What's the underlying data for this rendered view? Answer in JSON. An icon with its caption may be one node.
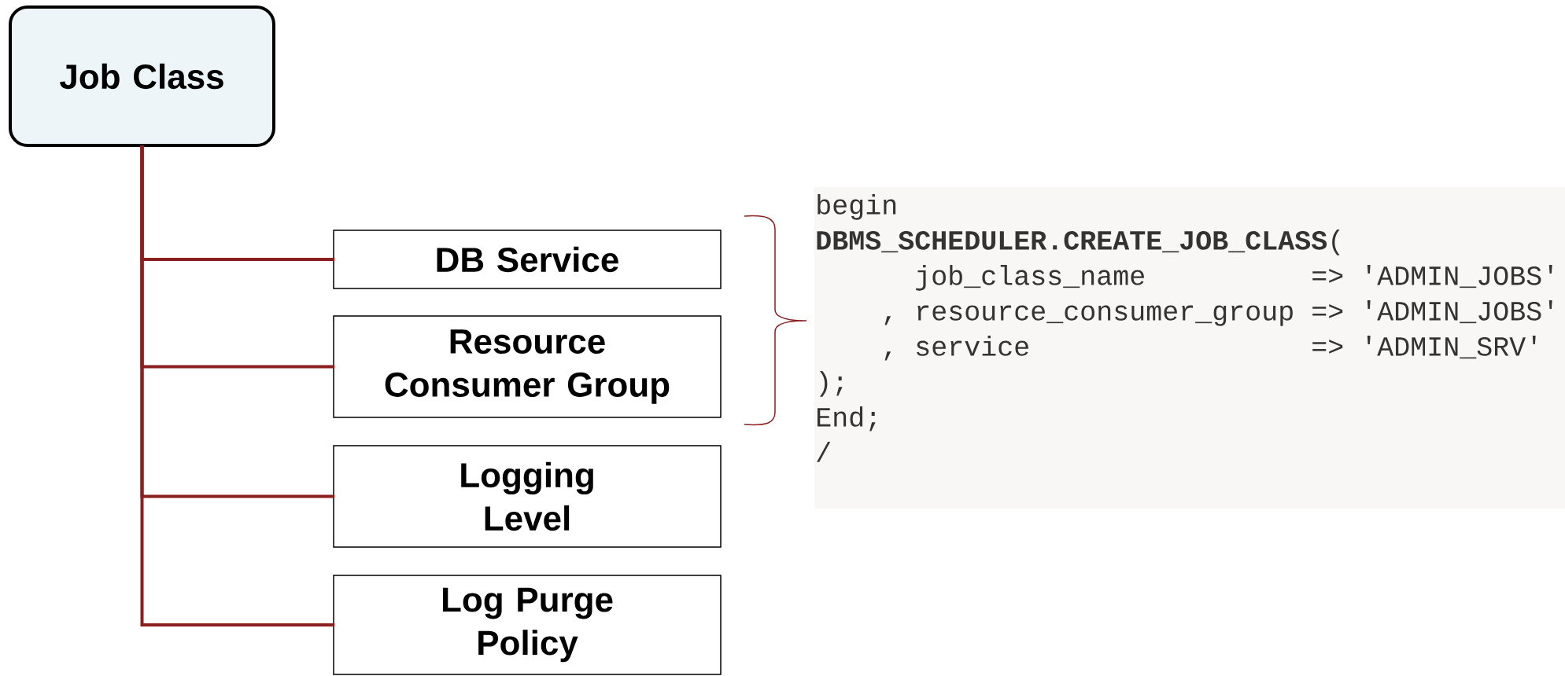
{
  "diagram": {
    "nodes": [
      {
        "text": [
          "Job Class"
        ]
      },
      {
        "text": [
          "DB Service"
        ]
      },
      {
        "text": [
          "Resource Consumer Group"
        ]
      },
      {
        "text": [
          "Logging Level"
        ]
      },
      {
        "text": [
          "Log Purge Policy"
        ]
      }
    ],
    "edges": [
      {
        "from": 0,
        "to": 1,
        "arrow": "none"
      },
      {
        "from": 0,
        "to": 2,
        "arrow": "none"
      },
      {
        "from": 0,
        "to": 3,
        "arrow": "none"
      },
      {
        "from": 0,
        "to": 4,
        "arrow": "none"
      }
    ],
    "labels": [
      "begin",
      "**DBMS_SCHEDULER.CREATE_JOB_CLASS**(",
      "job_class_name",
      "=> 'ADMIN_JOBS'",
      ", resource_consumer_group",
      "=> 'ADMIN_JOBS'",
      ", service",
      "=> 'ADMIN_SRV'",
      ");",
      "End;",
      "/"
    ]
  }
}
